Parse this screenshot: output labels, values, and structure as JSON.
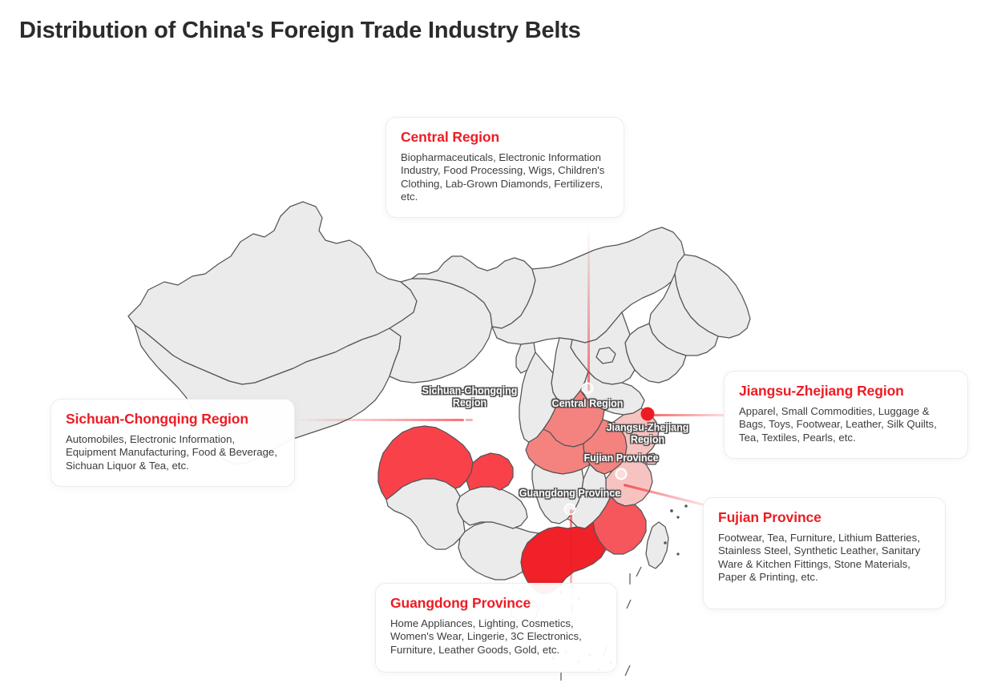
{
  "header": {
    "title": "Distribution of China's Foreign Trade Industry Belts"
  },
  "theme": {
    "accent_red": "#ed1c24",
    "map_base_fill": "#ebebeb",
    "map_border": "#555555",
    "background": "#ffffff",
    "title_color": "#2b2b2b",
    "body_text_color": "#3d3d3d"
  },
  "callouts": [
    {
      "id": "central-region",
      "title": "Central Region",
      "body": "Biopharmaceuticals, Electronic Information Industry, Food Processing, Wigs, Children's Clothing, Lab-Grown Diamonds, Fertilizers, etc."
    },
    {
      "id": "jiangsu-zhejiang-region",
      "title": "Jiangsu-Zhejiang Region",
      "body": "Apparel, Small Commodities, Luggage & Bags, Toys, Footwear, Leather, Silk Quilts, Tea, Textiles, Pearls, etc."
    },
    {
      "id": "fujian-province",
      "title": "Fujian Province",
      "body": "Footwear, Tea, Furniture, Lithium Batteries, Stainless Steel, Synthetic Leather, Sanitary Ware & Kitchen Fittings, Stone Materials, Paper & Printing, etc."
    },
    {
      "id": "guangdong-province",
      "title": "Guangdong Province",
      "body": "Home Appliances, Lighting, Cosmetics, Women's Wear, Lingerie, 3C Electronics, Furniture, Leather Goods, Gold, etc."
    },
    {
      "id": "sichuan-chongqing-region",
      "title": "Sichuan-Chongqing Region",
      "body": "Automobiles, Electronic Information, Equipment Manufacturing, Food & Beverage, Sichuan Liquor & Tea, etc."
    }
  ],
  "map_markers": [
    {
      "id": "sichuan-chongqing",
      "label_line1": "Sichuan-Chongqing",
      "label_line2": "Region",
      "marker_style": "hollow",
      "highlight_color": "#f9414a"
    },
    {
      "id": "central",
      "label_line1": "Central Region",
      "label_line2": "",
      "marker_style": "hollow",
      "highlight_color": "#f4837f"
    },
    {
      "id": "jiangsu-zhejiang",
      "label_line1": "Jiangsu-Zhejiang",
      "label_line2": "Region",
      "marker_style": "solid",
      "highlight_color": "#f7c3c0"
    },
    {
      "id": "fujian",
      "label_line1": "Fujian Province",
      "label_line2": "",
      "marker_style": "hollow",
      "highlight_color": "#f5575d"
    },
    {
      "id": "guangdong",
      "label_line1": "Guangdong Province",
      "label_line2": "",
      "marker_style": "hollow",
      "highlight_color": "#f02128"
    }
  ],
  "chart_data": {
    "type": "map",
    "title": "Distribution of China's Foreign Trade Industry Belts",
    "regions": [
      {
        "name": "Sichuan-Chongqing Region",
        "intensity": "high",
        "fill": "#f9414a",
        "industries": [
          "Automobiles",
          "Electronic Information",
          "Equipment Manufacturing",
          "Food & Beverage",
          "Sichuan Liquor & Tea"
        ]
      },
      {
        "name": "Central Region",
        "intensity": "medium",
        "fill": "#f4837f",
        "industries": [
          "Biopharmaceuticals",
          "Electronic Information Industry",
          "Food Processing",
          "Wigs",
          "Children's Clothing",
          "Lab-Grown Diamonds",
          "Fertilizers"
        ]
      },
      {
        "name": "Jiangsu-Zhejiang Region",
        "intensity": "low",
        "fill": "#f7c3c0",
        "industries": [
          "Apparel",
          "Small Commodities",
          "Luggage & Bags",
          "Toys",
          "Footwear",
          "Leather",
          "Silk Quilts",
          "Tea",
          "Textiles",
          "Pearls"
        ]
      },
      {
        "name": "Fujian Province",
        "intensity": "high",
        "fill": "#f5575d",
        "industries": [
          "Footwear",
          "Tea",
          "Furniture",
          "Lithium Batteries",
          "Stainless Steel",
          "Synthetic Leather",
          "Sanitary Ware & Kitchen Fittings",
          "Stone Materials",
          "Paper & Printing"
        ]
      },
      {
        "name": "Guangdong Province",
        "intensity": "highest",
        "fill": "#f02128",
        "industries": [
          "Home Appliances",
          "Lighting",
          "Cosmetics",
          "Women's Wear",
          "Lingerie",
          "3C Electronics",
          "Furniture",
          "Leather Goods",
          "Gold"
        ]
      }
    ],
    "legend": "none",
    "basemap": "China provincial boundaries"
  }
}
